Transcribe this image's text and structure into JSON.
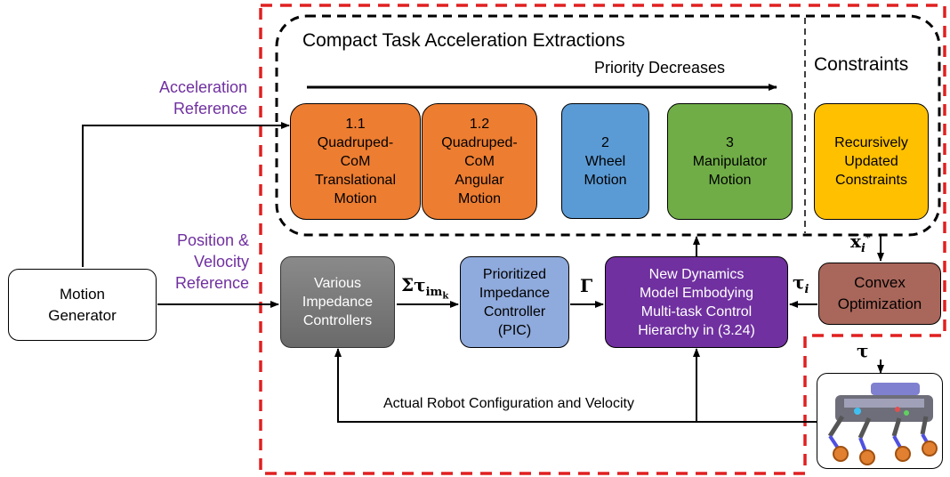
{
  "header": {
    "title": "Compact Task Acceleration Extractions",
    "priority": "Priority Decreases",
    "constraints": "Constraints"
  },
  "tasks": [
    {
      "lines": [
        "1.1",
        "Quadruped-",
        "CoM",
        "Translational",
        "Motion"
      ]
    },
    {
      "lines": [
        "1.2",
        "Quadruped-",
        "CoM",
        "Angular",
        "Motion"
      ]
    },
    {
      "lines": [
        "2",
        "Wheel",
        "Motion"
      ]
    },
    {
      "lines": [
        "3",
        "Manipulator",
        "Motion"
      ]
    }
  ],
  "constraint_box": {
    "lines": [
      "Recursively",
      "Updated",
      "Constraints"
    ]
  },
  "references": {
    "acceleration": [
      "Acceleration",
      "Reference"
    ],
    "position_velocity": [
      "Position &",
      "Velocity",
      "Reference"
    ]
  },
  "blocks": {
    "motion_generator": [
      "Motion",
      "Generator"
    ],
    "impedance": [
      "Various",
      "Impedance",
      "Controllers"
    ],
    "pic": [
      "Prioritized",
      "Impedance",
      "Controller",
      "(PIC)"
    ],
    "dynamics": [
      "New Dynamics",
      "Model Embodying",
      "Multi-task Control",
      "Hierarchy in (3.24)"
    ],
    "convex": [
      "Convex",
      "Optimization"
    ]
  },
  "math": {
    "sum_tau": "Στ",
    "sum_tau_sub": "im",
    "sum_tau_subsub": "k",
    "gamma": "Γ",
    "tau_i": "τ",
    "tau_i_sub": "i",
    "xddot": "ẍ",
    "xddot_sub": "i",
    "xddot_sup": "*",
    "tau": "τ"
  },
  "feedback_label": "Actual Robot Configuration and Velocity",
  "colors": {
    "orange": "#ed7d31",
    "blue": "#5b9bd5",
    "green": "#70ad47",
    "yellow": "#ffc000",
    "purple": "#7030a0",
    "red_dash": "#e02020",
    "brown": "#a9665a",
    "light_blue": "#8faadc"
  }
}
